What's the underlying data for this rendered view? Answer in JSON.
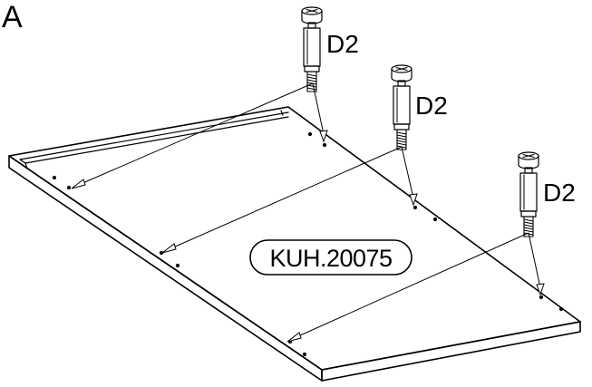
{
  "step_label": "A",
  "panel_part_number": "KUH.20075",
  "fastener_code": "D2",
  "fasteners": [
    {
      "label": "D2"
    },
    {
      "label": "D2"
    },
    {
      "label": "D2"
    }
  ],
  "colors": {
    "line": "#000000",
    "background": "#ffffff",
    "panel_fill": "#ffffff"
  }
}
